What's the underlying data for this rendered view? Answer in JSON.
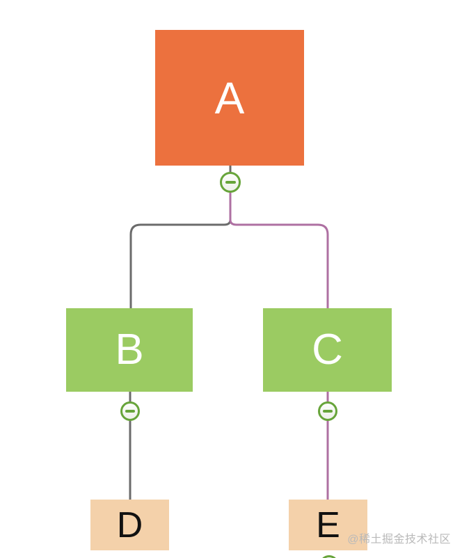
{
  "diagram": {
    "type": "tree-mindmap",
    "nodes": [
      {
        "id": "A",
        "label": "A",
        "fill": "#EC713E",
        "text_color": "#FFFFFF",
        "level": "root"
      },
      {
        "id": "B",
        "label": "B",
        "fill": "#9BCB62",
        "text_color": "#FFFFFF",
        "level": "child"
      },
      {
        "id": "C",
        "label": "C",
        "fill": "#9BCB62",
        "text_color": "#FFFFFF",
        "level": "child"
      },
      {
        "id": "D",
        "label": "D",
        "fill": "#F4D1AA",
        "text_color": "#111111",
        "level": "leaf"
      },
      {
        "id": "E",
        "label": "E",
        "fill": "#F4D1AA",
        "text_color": "#111111",
        "level": "leaf"
      }
    ],
    "edges": [
      {
        "from": "A",
        "to": "B",
        "color": "#6B6B6B"
      },
      {
        "from": "A",
        "to": "C",
        "color": "#AE70A2"
      },
      {
        "from": "B",
        "to": "D",
        "color": "#6B6B6B"
      },
      {
        "from": "C",
        "to": "E",
        "color": "#AE70A2"
      }
    ],
    "collapse_icon": {
      "name": "minus-collapse-icon",
      "ring_color": "#67A43A",
      "bar_color": "#67A43A",
      "fill": "#F3F5F0"
    }
  },
  "watermark": {
    "text": "@稀土掘金技术社区",
    "color": "#B9B9B9"
  }
}
